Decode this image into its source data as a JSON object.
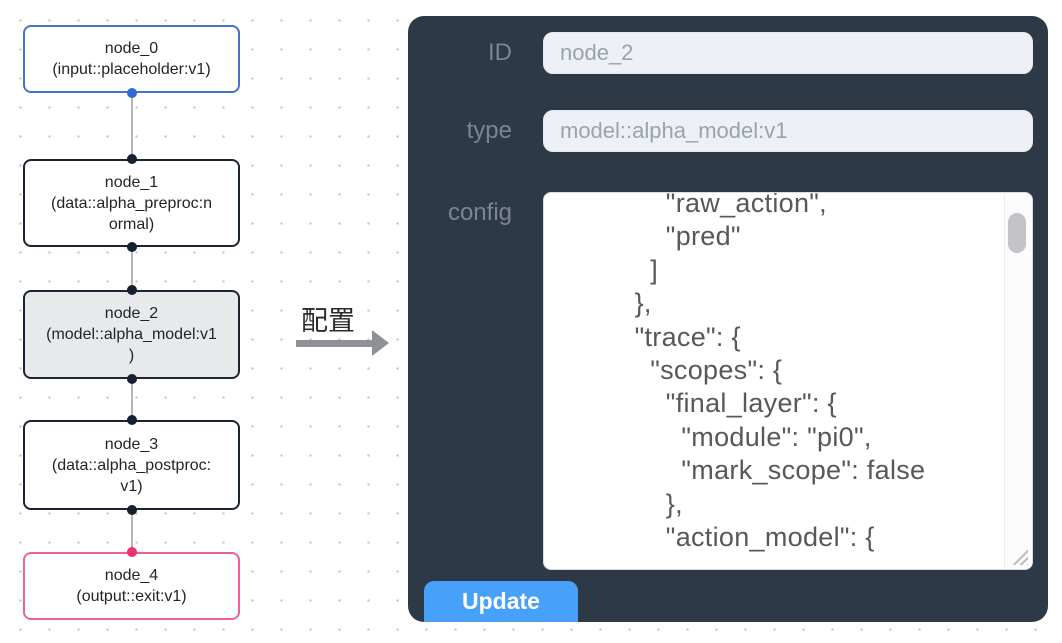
{
  "flow": {
    "nodes": [
      {
        "id": "node_0",
        "lines": [
          "node_0",
          "(input::placeholder:v1)"
        ],
        "border_color": "#4a72c8",
        "handle_color": "#2f6bd8"
      },
      {
        "id": "node_1",
        "lines": [
          "node_1",
          "(data::alpha_preproc:n",
          "ormal)"
        ],
        "border_color": "#1b2433",
        "handle_color": "#16202e"
      },
      {
        "id": "node_2",
        "lines": [
          "node_2",
          "(model::alpha_model:v1",
          ")"
        ],
        "border_color": "#1b2433",
        "handle_color": "#16202e",
        "selected": true
      },
      {
        "id": "node_3",
        "lines": [
          "node_3",
          "(data::alpha_postproc:",
          "v1)"
        ],
        "border_color": "#1b2433",
        "handle_color": "#16202e"
      },
      {
        "id": "node_4",
        "lines": [
          "node_4",
          "(output::exit:v1)"
        ],
        "border_color": "#ee5f9d",
        "handle_color": "#f0316e"
      }
    ],
    "edge_color": "#b5b5b5"
  },
  "transition": {
    "label": "配置",
    "arrow_color": "#8e9196"
  },
  "panel": {
    "bg_color": "#2e3948",
    "fields": [
      {
        "label": "ID",
        "value": "node_2"
      },
      {
        "label": "type",
        "value": "model::alpha_model:v1"
      }
    ],
    "config_label": "config",
    "config_lines": [
      "      \"raw_action\",",
      "      \"pred\"",
      "    ]",
      "  },",
      "  \"trace\": {",
      "    \"scopes\": {",
      "      \"final_layer\": {",
      "        \"module\": \"pi0\",",
      "        \"mark_scope\": false",
      "      },",
      "      \"action_model\": {"
    ],
    "update_button": {
      "label": "Update",
      "color": "#47a1fb"
    }
  }
}
